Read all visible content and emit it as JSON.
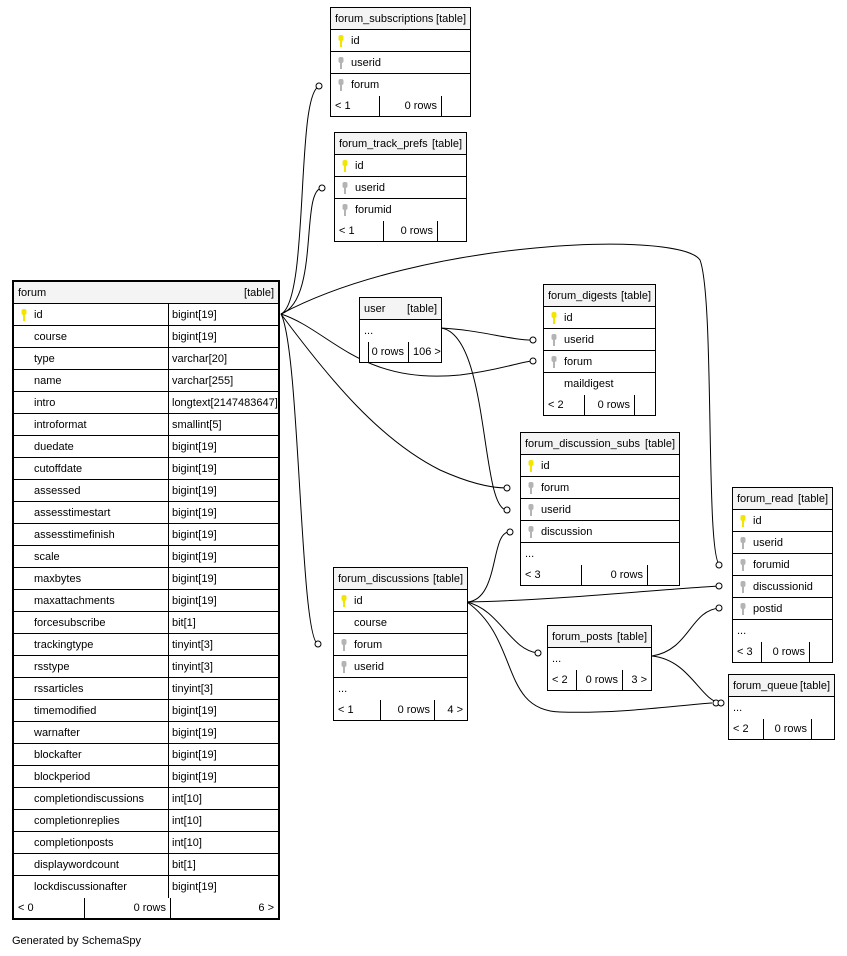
{
  "tables": {
    "forum_subscriptions": {
      "title": "forum_subscriptions",
      "tag": "[table]",
      "columns": [
        {
          "name": "id",
          "key": "pk"
        },
        {
          "name": "userid",
          "key": "fk"
        },
        {
          "name": "forum",
          "key": "fk"
        }
      ],
      "footer": [
        "< 1",
        "0 rows",
        ""
      ]
    },
    "forum_track_prefs": {
      "title": "forum_track_prefs",
      "tag": "[table]",
      "columns": [
        {
          "name": "id",
          "key": "pk"
        },
        {
          "name": "userid",
          "key": "fk"
        },
        {
          "name": "forumid",
          "key": "fk"
        }
      ],
      "footer": [
        "< 1",
        "0 rows",
        ""
      ]
    },
    "forum": {
      "title": "forum",
      "tag": "[table]",
      "columns": [
        {
          "name": "id",
          "type": "bigint[19]",
          "key": "pk"
        },
        {
          "name": "course",
          "type": "bigint[19]"
        },
        {
          "name": "type",
          "type": "varchar[20]"
        },
        {
          "name": "name",
          "type": "varchar[255]"
        },
        {
          "name": "intro",
          "type": "longtext[2147483647]"
        },
        {
          "name": "introformat",
          "type": "smallint[5]"
        },
        {
          "name": "duedate",
          "type": "bigint[19]"
        },
        {
          "name": "cutoffdate",
          "type": "bigint[19]"
        },
        {
          "name": "assessed",
          "type": "bigint[19]"
        },
        {
          "name": "assesstimestart",
          "type": "bigint[19]"
        },
        {
          "name": "assesstimefinish",
          "type": "bigint[19]"
        },
        {
          "name": "scale",
          "type": "bigint[19]"
        },
        {
          "name": "maxbytes",
          "type": "bigint[19]"
        },
        {
          "name": "maxattachments",
          "type": "bigint[19]"
        },
        {
          "name": "forcesubscribe",
          "type": "bit[1]"
        },
        {
          "name": "trackingtype",
          "type": "tinyint[3]"
        },
        {
          "name": "rsstype",
          "type": "tinyint[3]"
        },
        {
          "name": "rssarticles",
          "type": "tinyint[3]"
        },
        {
          "name": "timemodified",
          "type": "bigint[19]"
        },
        {
          "name": "warnafter",
          "type": "bigint[19]"
        },
        {
          "name": "blockafter",
          "type": "bigint[19]"
        },
        {
          "name": "blockperiod",
          "type": "bigint[19]"
        },
        {
          "name": "completiondiscussions",
          "type": "int[10]"
        },
        {
          "name": "completionreplies",
          "type": "int[10]"
        },
        {
          "name": "completionposts",
          "type": "int[10]"
        },
        {
          "name": "displaywordcount",
          "type": "bit[1]"
        },
        {
          "name": "lockdiscussionafter",
          "type": "bigint[19]"
        }
      ],
      "footer": [
        "< 0",
        "0 rows",
        "6 >"
      ]
    },
    "user": {
      "title": "user",
      "tag": "[table]",
      "columns": [
        {
          "name": "...",
          "key": "none"
        }
      ],
      "footer": [
        "",
        "0 rows",
        "106 >"
      ]
    },
    "forum_digests": {
      "title": "forum_digests",
      "tag": "[table]",
      "columns": [
        {
          "name": "id",
          "key": "pk"
        },
        {
          "name": "userid",
          "key": "fk"
        },
        {
          "name": "forum",
          "key": "fk"
        },
        {
          "name": "maildigest"
        }
      ],
      "footer": [
        "< 2",
        "0 rows",
        ""
      ]
    },
    "forum_discussion_subs": {
      "title": "forum_discussion_subs",
      "tag": "[table]",
      "columns": [
        {
          "name": "id",
          "key": "pk"
        },
        {
          "name": "forum",
          "key": "fk"
        },
        {
          "name": "userid",
          "key": "fk"
        },
        {
          "name": "discussion",
          "key": "fk"
        },
        {
          "name": "...",
          "key": "none"
        }
      ],
      "footer": [
        "< 3",
        "0 rows",
        ""
      ]
    },
    "forum_read": {
      "title": "forum_read",
      "tag": "[table]",
      "columns": [
        {
          "name": "id",
          "key": "pk"
        },
        {
          "name": "userid",
          "key": "fk"
        },
        {
          "name": "forumid",
          "key": "fk"
        },
        {
          "name": "discussionid",
          "key": "fk"
        },
        {
          "name": "postid",
          "key": "fk"
        },
        {
          "name": "...",
          "key": "none"
        }
      ],
      "footer": [
        "< 3",
        "0 rows",
        ""
      ]
    },
    "forum_discussions": {
      "title": "forum_discussions",
      "tag": "[table]",
      "columns": [
        {
          "name": "id",
          "key": "pk"
        },
        {
          "name": "course"
        },
        {
          "name": "forum",
          "key": "fk"
        },
        {
          "name": "userid",
          "key": "fk"
        },
        {
          "name": "...",
          "key": "none"
        }
      ],
      "footer": [
        "< 1",
        "0 rows",
        "4 >"
      ]
    },
    "forum_posts": {
      "title": "forum_posts",
      "tag": "[table]",
      "columns": [
        {
          "name": "...",
          "key": "none"
        }
      ],
      "footer": [
        "< 2",
        "0 rows",
        "3 >"
      ]
    },
    "forum_queue": {
      "title": "forum_queue",
      "tag": "[table]",
      "columns": [
        {
          "name": "...",
          "key": "none"
        }
      ],
      "footer": [
        "< 2",
        "0 rows",
        ""
      ]
    }
  },
  "colors": {
    "pk_key": "#f2e600",
    "fk_key": "#b4b4b4"
  },
  "footer_text": "Generated by SchemaSpy"
}
